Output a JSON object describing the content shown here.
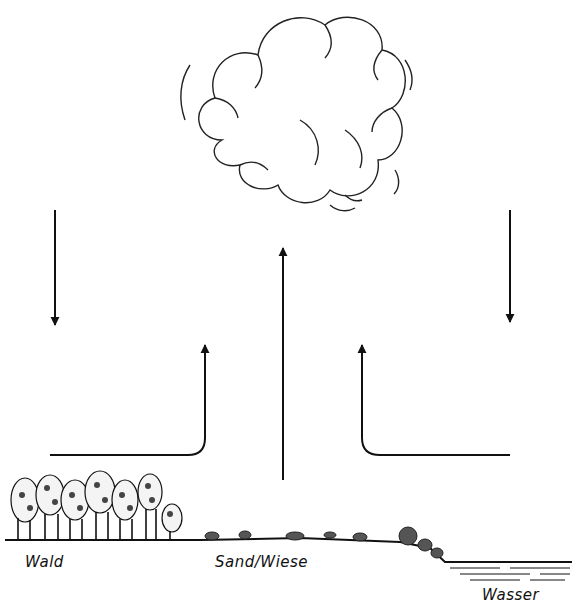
{
  "diagram": {
    "labels": [
      "Wald",
      "Sand/Wiese",
      "Wasser"
    ]
  }
}
